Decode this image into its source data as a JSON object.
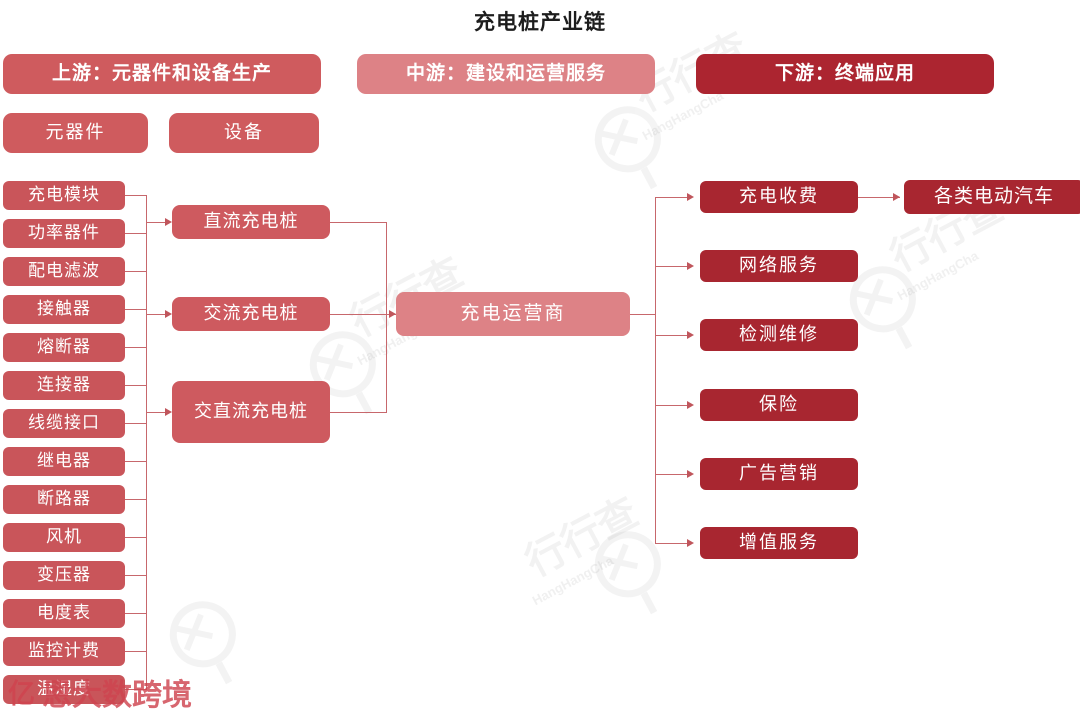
{
  "title": "充电桩产业链",
  "bands": [
    {
      "id": "upstream",
      "label": "上游：元器件和设备生产"
    },
    {
      "id": "midstream",
      "label": "中游：建设和运营服务"
    },
    {
      "id": "downstream",
      "label": "下游：终端应用"
    }
  ],
  "subcategories": [
    {
      "id": "components",
      "label": "元器件"
    },
    {
      "id": "equipment",
      "label": "设备"
    }
  ],
  "upstream_components": [
    {
      "label": "充电模块"
    },
    {
      "label": "功率器件"
    },
    {
      "label": "配电滤波"
    },
    {
      "label": "接触器"
    },
    {
      "label": "熔断器"
    },
    {
      "label": "连接器"
    },
    {
      "label": "线缆接口"
    },
    {
      "label": "继电器"
    },
    {
      "label": "断路器"
    },
    {
      "label": "风机"
    },
    {
      "label": "变压器"
    },
    {
      "label": "电度表"
    },
    {
      "label": "监控计费"
    },
    {
      "label": "温湿度"
    }
  ],
  "midstream_piles": [
    {
      "label": "直流充电桩"
    },
    {
      "label": "交流充电桩"
    },
    {
      "label": "交直流充电桩"
    }
  ],
  "operator": {
    "label": "充电运营商"
  },
  "downstream_services": [
    {
      "label": "充电收费"
    },
    {
      "label": "网络服务"
    },
    {
      "label": "检测维修"
    },
    {
      "label": "保险"
    },
    {
      "label": "广告营销"
    },
    {
      "label": "增值服务"
    }
  ],
  "end_application": {
    "label": "各类电动汽车"
  },
  "watermarks": {
    "brand_cn": "行行查",
    "brand_en": "HangHangCha",
    "site_cn": "恩大数跨境",
    "site_mark": "亿"
  },
  "colors": {
    "upstream_band": "#cf5b5e",
    "midstream_band": "#dd8286",
    "downstream_band": "#ac2530",
    "component_box": "#c9555a",
    "pile_box": "#ce5a5f",
    "operator_box": "#dd8286",
    "service_box": "#a82630",
    "connector": "#c7676c",
    "title_text": "#1d1d1d",
    "box_text": "#ffffff"
  }
}
